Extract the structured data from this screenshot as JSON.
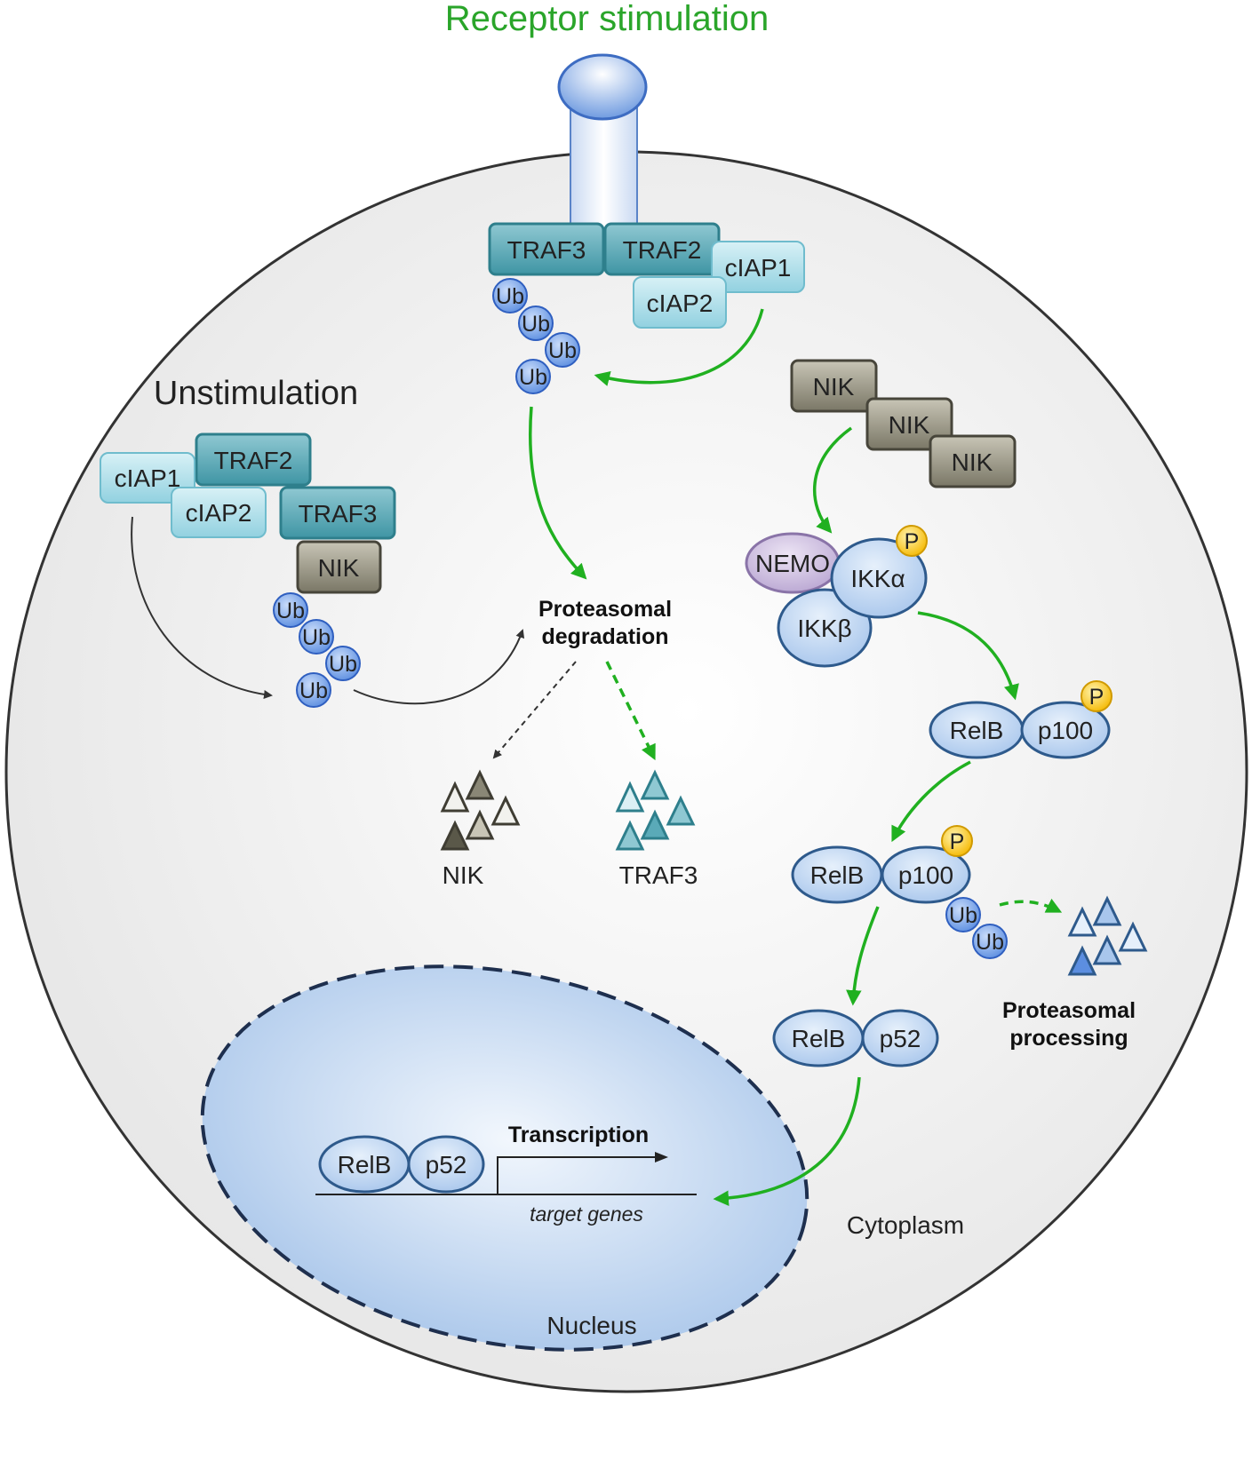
{
  "title": "Receptor stimulation",
  "colors": {
    "title_green": "#2aa52a",
    "arrow_green": "#20b020",
    "arrow_dark": "#333333",
    "cell_fill": "#ececec",
    "cell_stroke": "#333333",
    "traf_fill": "#5aaab8",
    "traf_stroke": "#2e7f8c",
    "ciap_fill": "#a8dce8",
    "ciap_stroke": "#6fbccd",
    "nik_fill": "#8a8776",
    "nik_stroke": "#47453a",
    "ub_fill": "#7fa8e6",
    "ub_stroke": "#2f5fc0",
    "protein_fill": "#b9d3f0",
    "protein_stroke": "#2e5a8c",
    "nemo_fill": "#cfc0e0",
    "nemo_stroke": "#8a74a8",
    "phospho_fill": "#ffd030",
    "phospho_stroke": "#d09a00",
    "nucleus_fill": "#c9dcf2",
    "nucleus_stroke": "#1e2f4e"
  },
  "receptor_complex": {
    "traf3": "TRAF3",
    "traf2": "TRAF2",
    "ciap1": "cIAP1",
    "ciap2": "cIAP2",
    "ub": [
      "Ub",
      "Ub",
      "Ub",
      "Ub"
    ]
  },
  "unstimulated": {
    "heading": "Unstimulation",
    "ciap1": "cIAP1",
    "traf2": "TRAF2",
    "ciap2": "cIAP2",
    "traf3": "TRAF3",
    "nik": "NIK",
    "ub": [
      "Ub",
      "Ub",
      "Ub",
      "Ub"
    ]
  },
  "degradation": {
    "label_line1": "Proteasomal",
    "label_line2": "degradation",
    "nik_label": "NIK",
    "traf3_label": "TRAF3"
  },
  "nik_cascade": {
    "nik": [
      "NIK",
      "NIK",
      "NIK"
    ],
    "nemo": "NEMO",
    "ikka": "IKKα",
    "ikkb": "IKKβ",
    "phospho": "P"
  },
  "processing": {
    "relb": "RelB",
    "p100": "p100",
    "phospho": "P",
    "ub": [
      "Ub",
      "Ub"
    ],
    "label_line1": "Proteasomal",
    "label_line2": "processing",
    "p52": "p52"
  },
  "nucleus": {
    "relb": "RelB",
    "p52": "p52",
    "transcription": "Transcription",
    "target_genes": "target genes",
    "label": "Nucleus"
  },
  "cytoplasm_label": "Cytoplasm"
}
